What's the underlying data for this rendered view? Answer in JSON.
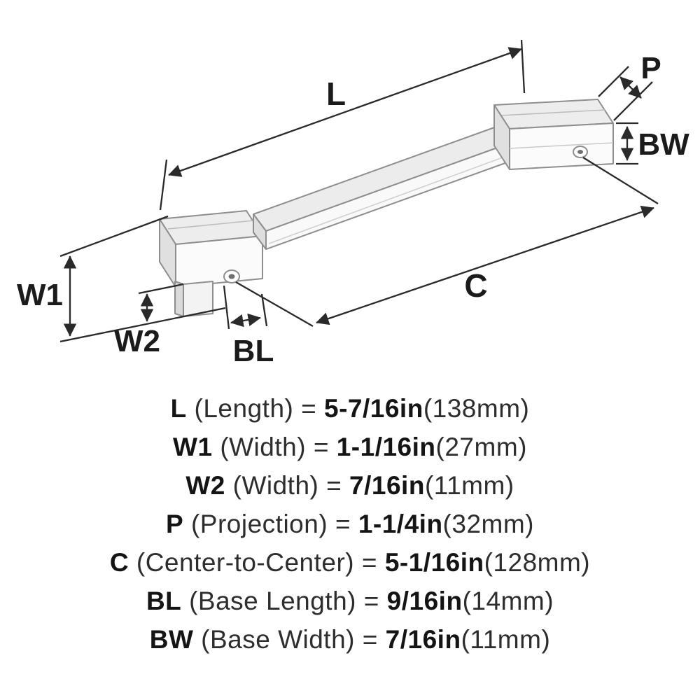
{
  "diagram": {
    "dimension_labels": {
      "L": "L",
      "P": "P",
      "BW": "BW",
      "W1": "W1",
      "W2": "W2",
      "BL": "BL",
      "C": "C"
    },
    "colors": {
      "line": "#2a2a2a",
      "object_outline": "#8e8e8e"
    }
  },
  "specs": {
    "rows": [
      {
        "key": "L",
        "desc": "(Length)",
        "eq": "=",
        "value": "5-7/16in",
        "metric": "(138mm)"
      },
      {
        "key": "W1",
        "desc": "(Width)",
        "eq": "=",
        "value": "1-1/16in",
        "metric": "(27mm)"
      },
      {
        "key": "W2",
        "desc": "(Width)",
        "eq": "=",
        "value": "7/16in",
        "metric": "(11mm)"
      },
      {
        "key": "P",
        "desc": "(Projection)",
        "eq": "=",
        "value": "1-1/4in",
        "metric": "(32mm)"
      },
      {
        "key": "C",
        "desc": "(Center-to-Center)",
        "eq": "=",
        "value": "5-1/16in",
        "metric": "(128mm)"
      },
      {
        "key": "BL",
        "desc": "(Base Length)",
        "eq": "=",
        "value": "9/16in",
        "metric": "(14mm)"
      },
      {
        "key": "BW",
        "desc": "(Base Width)",
        "eq": "=",
        "value": "7/16in",
        "metric": "(11mm)"
      }
    ]
  }
}
